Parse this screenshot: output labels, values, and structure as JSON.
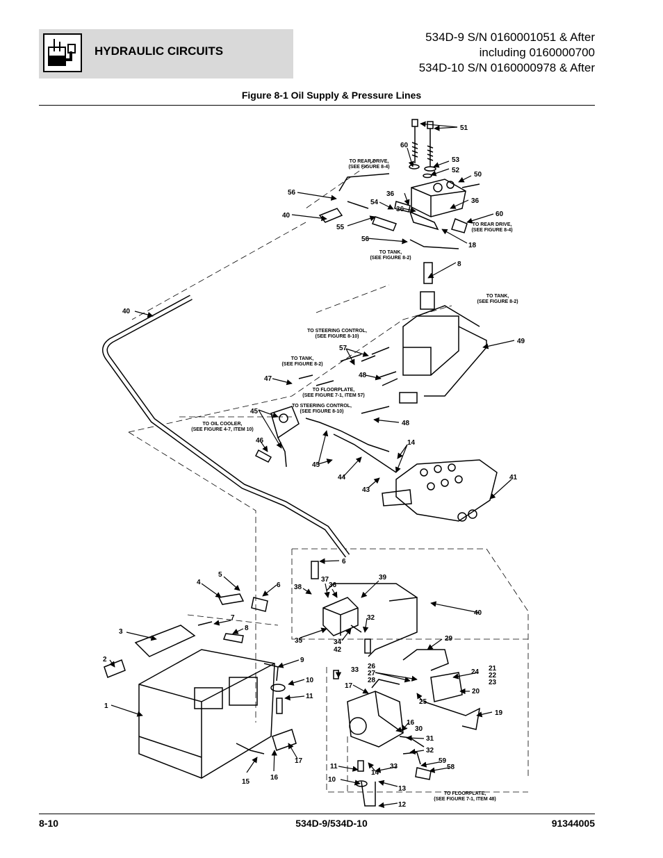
{
  "header": {
    "section_title": "HYDRAULIC CIRCUITS",
    "icon": "hydraulic-circuit-icon",
    "serial_lines": [
      "534D-9 S/N 0160001051 & After",
      "including 0160000700",
      "534D-10 S/N 0160000978 & After"
    ]
  },
  "figure_title": "Figure 8-1 Oil Supply & Pressure Lines",
  "notes": {
    "rear_drive_1": [
      "TO REAR DRIVE,",
      "(SEE FIGURE 8-4)"
    ],
    "rear_drive_2": [
      "TO REAR DRIVE,",
      "(SEE FIGURE 8-4)"
    ],
    "tank_1": [
      "TO TANK,",
      "(SEE FIGURE 8-2)"
    ],
    "tank_2": [
      "TO TANK,",
      "(SEE FIGURE 8-2)"
    ],
    "tank_3": [
      "TO TANK,",
      "(SEE FIGURE 8-2)"
    ],
    "steering_1": [
      "TO STEERING CONTROL,",
      "(SEE FIGURE 8-10)"
    ],
    "steering_2": [
      "TO STEERING CONTROL,",
      "(SEE FIGURE 8-10)"
    ],
    "floorplate_1": [
      "TO FLOORPLATE,",
      "(SEE FIGURE 7-1, ITEM 57)"
    ],
    "floorplate_2": [
      "TO FLOORPLATE,",
      "(SEE FIGURE 7-1, ITEM 48)"
    ],
    "oil_cooler": [
      "TO OIL COOLER,",
      "(SEE FIGURE 4-7, ITEM 10)"
    ]
  },
  "callouts": {
    "c51": "51",
    "c60a": "60",
    "c53": "53",
    "c52": "52",
    "c50": "50",
    "c56a": "56",
    "c36a": "36",
    "c54": "54",
    "c36b": "36",
    "c36c": "36",
    "c40a": "40",
    "c55": "55",
    "c60b": "60",
    "c56b": "56",
    "c18": "18",
    "c8a": "8",
    "c40b": "40",
    "c49": "49",
    "c57": "57",
    "c47": "47",
    "c48a": "48",
    "c45a": "45",
    "c48b": "48",
    "c46": "46",
    "c14a": "14",
    "c45b": "45",
    "c44": "44",
    "c43": "43",
    "c41": "41",
    "c6a": "6",
    "c5": "5",
    "c4": "4",
    "c6b": "6",
    "c39": "39",
    "c38": "38",
    "c37": "37",
    "c36d": "36",
    "c40c": "40",
    "c7": "7",
    "c32a": "32",
    "c3": "3",
    "c8b": "8",
    "c35": "35",
    "c34": "34",
    "c42": "42",
    "c29": "29",
    "c2": "2",
    "c9": "9",
    "c33a": "33",
    "c26": "26",
    "c27": "27",
    "c28": "28",
    "c24": "24",
    "c21": "21",
    "c22": "22",
    "c23": "23",
    "c10a": "10",
    "c17a": "17",
    "c20": "20",
    "c11a": "11",
    "c25": "25",
    "c1": "1",
    "c19": "19",
    "c16a": "16",
    "c30": "30",
    "c31": "31",
    "c32b": "32",
    "c17b": "17",
    "c59": "59",
    "c58": "58",
    "c15": "15",
    "c16b": "16",
    "c11b": "11",
    "c14b": "14",
    "c33b": "33",
    "c10b": "10",
    "c13": "13",
    "c12": "12"
  },
  "footer": {
    "page_number": "8-10",
    "model": "534D-9/534D-10",
    "doc_number": "91344005"
  }
}
